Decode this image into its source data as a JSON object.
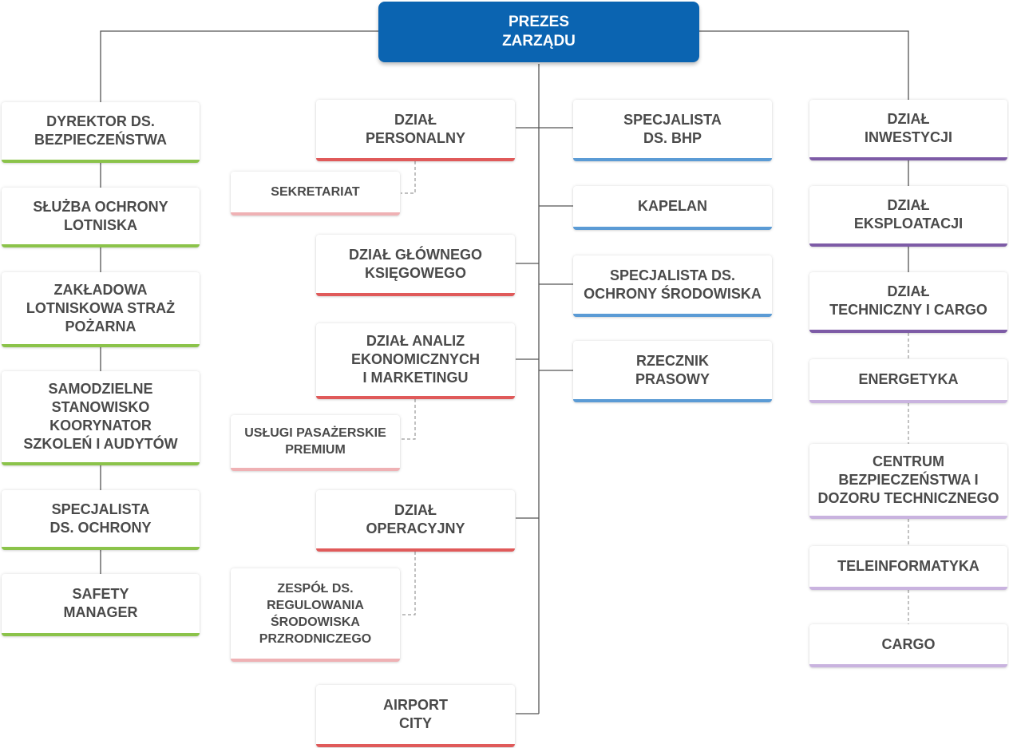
{
  "top": {
    "label": "PREZES\nZARZĄDU"
  },
  "column1": [
    "DYREKTOR DS.\nBEZPIECZEŃSTWA",
    "SŁUŻBA OCHRONY\nLOTNISKA",
    "ZAKŁADOWA\nLOTNISKOWA STRAŻ\nPOŻARNA",
    "SAMODZIELNE\nSTANOWISKO\nKOORYNATOR\nSZKOLEŃ I AUDYTÓW",
    "SPECJALISTA\nDS. OCHRONY",
    "SAFETY\nMANAGER"
  ],
  "column2": [
    "DZIAŁ\nPERSONALNY",
    "DZIAŁ GŁÓWNEGO\nKSIĘGOWEGO",
    "DZIAŁ ANALIZ\nEKONOMICZNYCH\nI MARKETINGU",
    "DZIAŁ\nOPERACYJNY",
    "AIRPORT\nCITY"
  ],
  "column2_sub": [
    "SEKRETARIAT",
    "USŁUGI PASAŻERSKIE\nPREMIUM",
    "ZESPÓŁ DS.\nREGULOWANIA\nŚRODOWISKA\nPRZRODNICZEGO"
  ],
  "column3": [
    "SPECJALISTA\nDS. BHP",
    "KAPELAN",
    "SPECJALISTA DS.\nOCHRONY ŚRODOWISKA",
    "RZECZNIK\nPRASOWY"
  ],
  "column4": [
    "DZIAŁ\nINWESTYCJI",
    "DZIAŁ\nEKSPLOATACJI",
    "DZIAŁ\nTECHNICZNY I CARGO"
  ],
  "column4_sub": [
    "ENERGETYKA",
    "CENTRUM\nBEZPIECZEŃSTWA I\nDOZORU TECHNICZNEGO",
    "TELEINFORMATYKA",
    "CARGO"
  ],
  "colors": {
    "top": "#0b64b1",
    "green": "#8bc34a",
    "red": "#e05a5a",
    "pink": "#efb1b4",
    "blue": "#5b9bd5",
    "purple": "#7d5ba6",
    "lilac": "#c9b3df",
    "connector": "#555555"
  }
}
